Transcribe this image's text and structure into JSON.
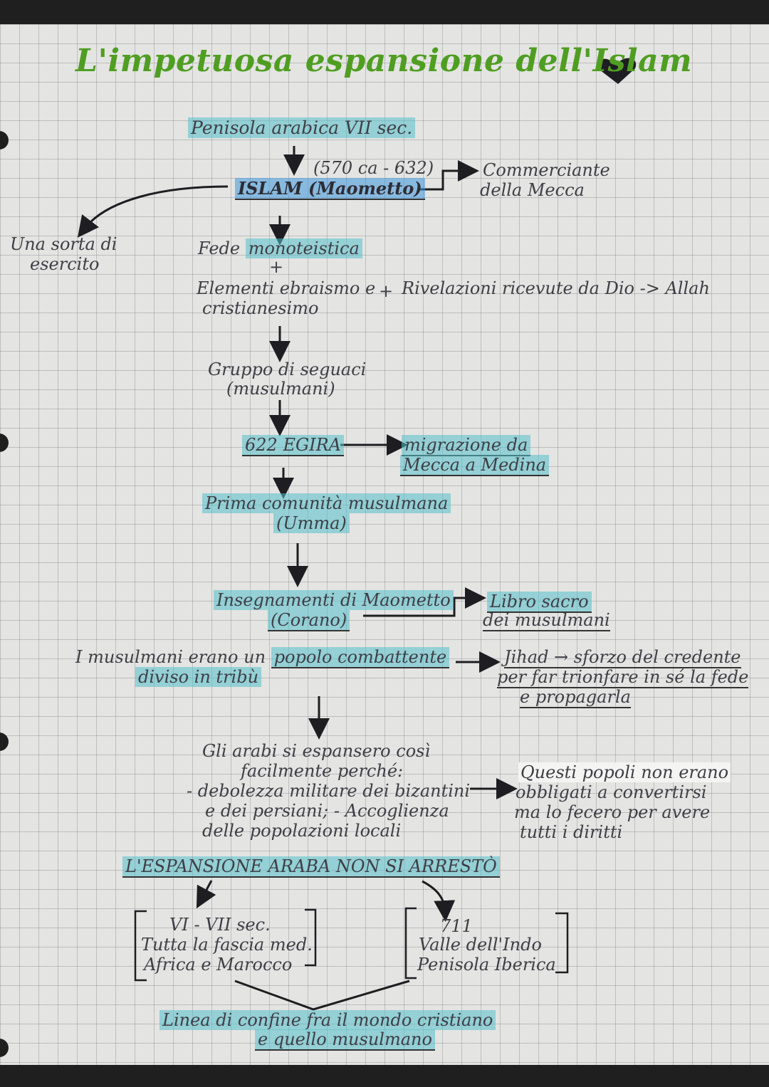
{
  "title": "L'impetuosa espansione dell'Islam",
  "nodes": {
    "arabia": "Penisola arabica VII sec.",
    "dates": "(570 ca - 632)",
    "islam": "ISLAM (Maometto)",
    "merchant_1": "Commerciante",
    "merchant_2": "della Mecca",
    "army_1": "Una sorta di",
    "army_2": "esercito",
    "faith_prefix": "Fede",
    "faith_hl": "monoteistica",
    "plus": "+",
    "elements_1": "Elementi ebraismo e",
    "elements_2": "cristianesimo",
    "plus2": "+",
    "revelations": "Rivelazioni ricevute da Dio -> Allah",
    "followers_1": "Gruppo di seguaci",
    "followers_2": "(musulmani)",
    "egira": "622 EGIRA",
    "migration_1": "migrazione da",
    "migration_2": "Mecca a Medina",
    "community_1": "Prima comunità musulmana",
    "community_2": "(Umma)",
    "teachings_1": "Insegnamenti di Maometto",
    "teachings_2": "(Corano)",
    "book_1": "Libro sacro",
    "book_2": "dei musulmani",
    "people_prefix": "I musulmani erano un",
    "people_hl": "popolo combattente",
    "people_2": "diviso in tribù",
    "jihad_1": "Jihad → sforzo del credente",
    "jihad_2": "per far trionfare in sé la fede",
    "jihad_3": "e propagarla",
    "arabs_1": "Gli arabi si espansero così",
    "arabs_2": "facilmente perché:",
    "arabs_3": "- debolezza militare dei bizantini",
    "arabs_4": "e dei persiani; - Accoglienza",
    "arabs_5": "delle popolazioni locali",
    "peoples_1": "Questi popoli non erano",
    "peoples_2": "obbligati a convertirsi",
    "peoples_3": "ma lo fecero per avere",
    "peoples_4": "tutti i diritti",
    "expansion": "L'ESPANSIONE ARABA NON SI ARRESTÒ",
    "left_1": "VI - VII sec.",
    "left_2": "Tutta la fascia med.",
    "left_3": "Africa e Marocco",
    "right_1": "711",
    "right_2": "Valle dell'Indo",
    "right_3": "Penisola Iberica",
    "border_1": "Linea di confine fra il mondo cristiano",
    "border_2": "e quello musulmano"
  },
  "colors": {
    "title": "#4f9e22",
    "highlight_teal": "#52c0ca",
    "highlight_blue": "#3c96dc",
    "ink": "#3e3e46"
  }
}
